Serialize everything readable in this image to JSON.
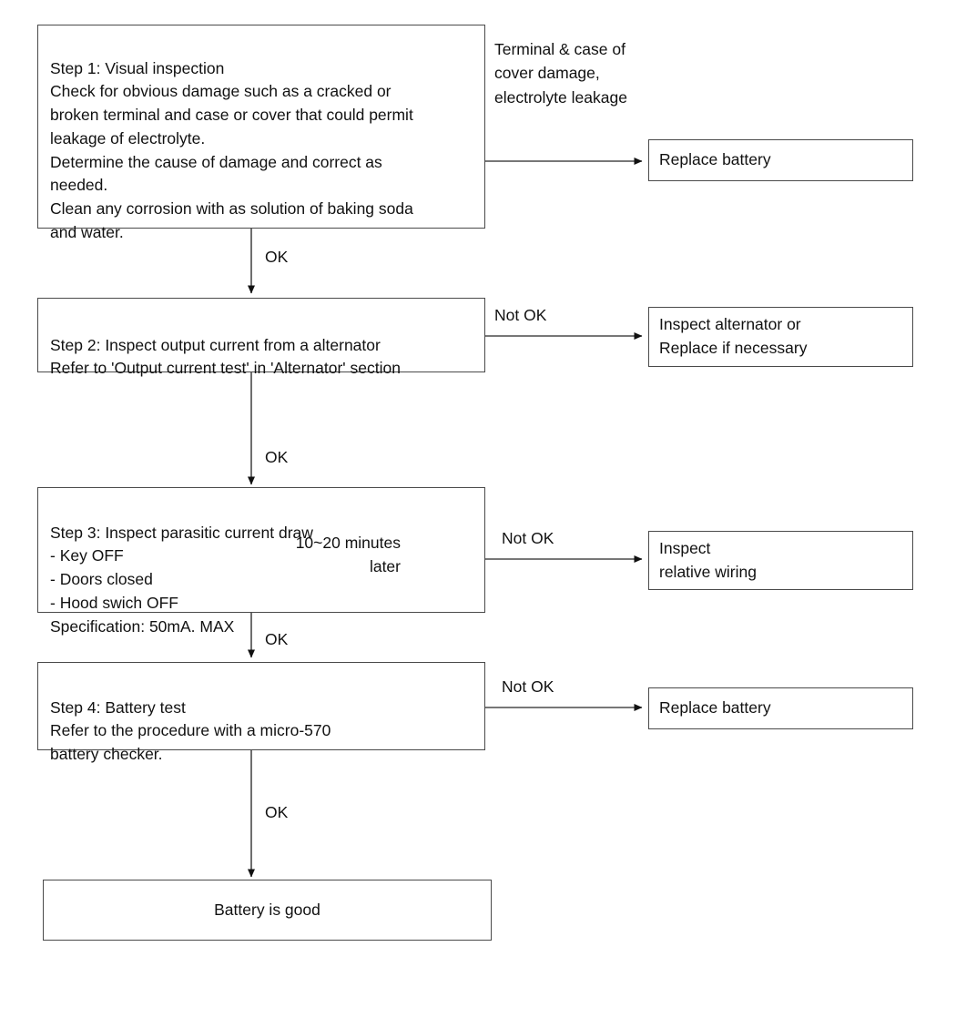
{
  "diagram": {
    "title": "Battery diagnosis flowchart",
    "line_color": "#4a4a4a",
    "text_color": "#111111",
    "background": "#ffffff"
  },
  "steps": [
    {
      "id": "step1",
      "text": "Step 1: Visual inspection\nCheck for obvious damage such as a cracked or\nbroken terminal and case or cover that could permit\nleakage of electrolyte.\nDetermine the cause of damage and correct as\nneeded.\nClean any corrosion with as solution of baking soda\nand water."
    },
    {
      "id": "step2",
      "text": "Step 2: Inspect output current from a alternator\nRefer to 'Output current test' in 'Alternator' section"
    },
    {
      "id": "step3",
      "text": "Step 3: Inspect parasitic current draw\n - Key OFF\n - Doors closed\n - Hood swich OFF\n   Specification: 50mA. MAX",
      "bracket_note": "10~20 minutes\nlater"
    },
    {
      "id": "step4",
      "text": "Step 4: Battery test\nRefer to the procedure with a micro-570\nbattery checker."
    }
  ],
  "outcomes": [
    {
      "id": "outcome1",
      "text": "Replace battery"
    },
    {
      "id": "outcome2",
      "text": "Inspect alternator or\nReplace if necessary"
    },
    {
      "id": "outcome3",
      "text": "Inspect\nrelative wiring"
    },
    {
      "id": "outcome4",
      "text": "Replace battery"
    }
  ],
  "result": {
    "id": "result",
    "text": "Battery is good"
  },
  "annotations": {
    "step1_condition": "Terminal  &  case of\ncover damage,\nelectrolyte leakage"
  },
  "edge_labels": {
    "ok1": "OK",
    "ok2": "OK",
    "ok3": "OK",
    "ok4": "OK",
    "not_ok2": "Not OK",
    "not_ok3": "Not OK",
    "not_ok4": "Not OK"
  }
}
